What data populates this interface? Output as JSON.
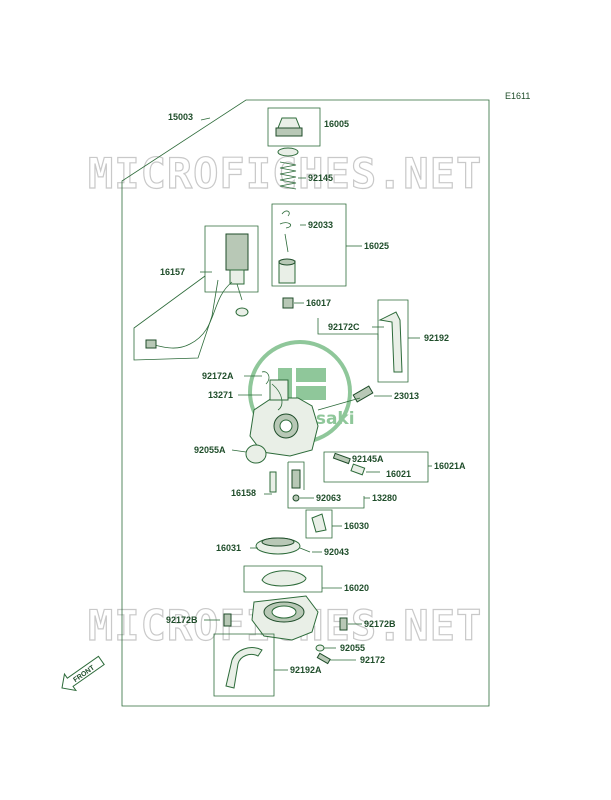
{
  "diagram_code": "E1611",
  "watermark_text": "MICROFICHES.NET",
  "brand_logo": {
    "text": "Kawasaki",
    "icon": "kawasaki-logo"
  },
  "front_indicator": "FRONT",
  "colors": {
    "line": "#2d6b3a",
    "label": "#1f4d2a",
    "watermark": "#c9c9c9",
    "logo": "#8fc79a"
  },
  "parts": {
    "p15003": "15003",
    "p16005": "16005",
    "p92145": "92145",
    "p92033": "92033",
    "p16025": "16025",
    "p16157": "16157",
    "p16017": "16017",
    "p92172C": "92172C",
    "p92192": "92192",
    "p92172A": "92172A",
    "p13271": "13271",
    "p23013": "23013",
    "p92055A": "92055A",
    "p92145A": "92145A",
    "p16021": "16021",
    "p16021A": "16021A",
    "p16158": "16158",
    "p92063": "92063",
    "p13280": "13280",
    "p16030": "16030",
    "p16031": "16031",
    "p92043": "92043",
    "p16020": "16020",
    "p92172B_left": "92172B",
    "p92172B_right": "92172B",
    "p92055": "92055",
    "p92172": "92172",
    "p92192A": "92192A"
  }
}
